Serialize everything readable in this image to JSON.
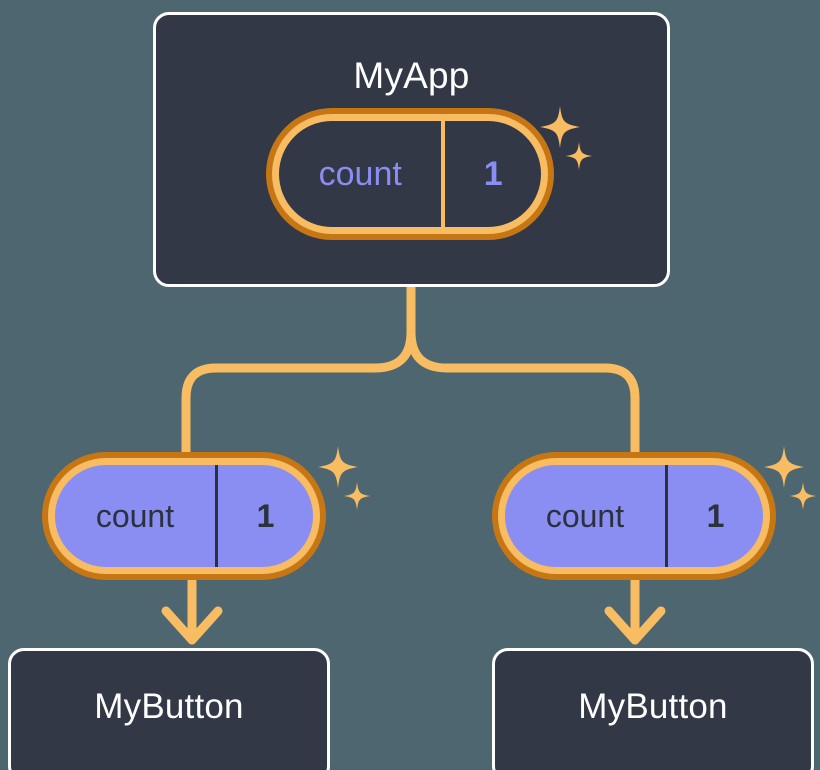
{
  "diagram": {
    "title": "React component state propagation tree",
    "background_color": "#4d6670",
    "card_color": "#323846",
    "card_border_color": "#ffffff",
    "wire_color": "#f8bc62",
    "ring_outer_color": "#c77614",
    "ring_inner_color": "#f8bc62",
    "state_fill_color": "#8a8df2",
    "state_text_color": "#2b313d",
    "accent_text_color": "#8a8df2"
  },
  "nodes": {
    "root": {
      "label": "MyApp",
      "state": {
        "key": "count",
        "value": "1"
      },
      "sparkle": "sparkle-icon"
    },
    "children": [
      {
        "state": {
          "key": "count",
          "value": "1"
        },
        "label": "MyButton",
        "sparkle": "sparkle-icon"
      },
      {
        "state": {
          "key": "count",
          "value": "1"
        },
        "label": "MyButton",
        "sparkle": "sparkle-icon"
      }
    ]
  }
}
